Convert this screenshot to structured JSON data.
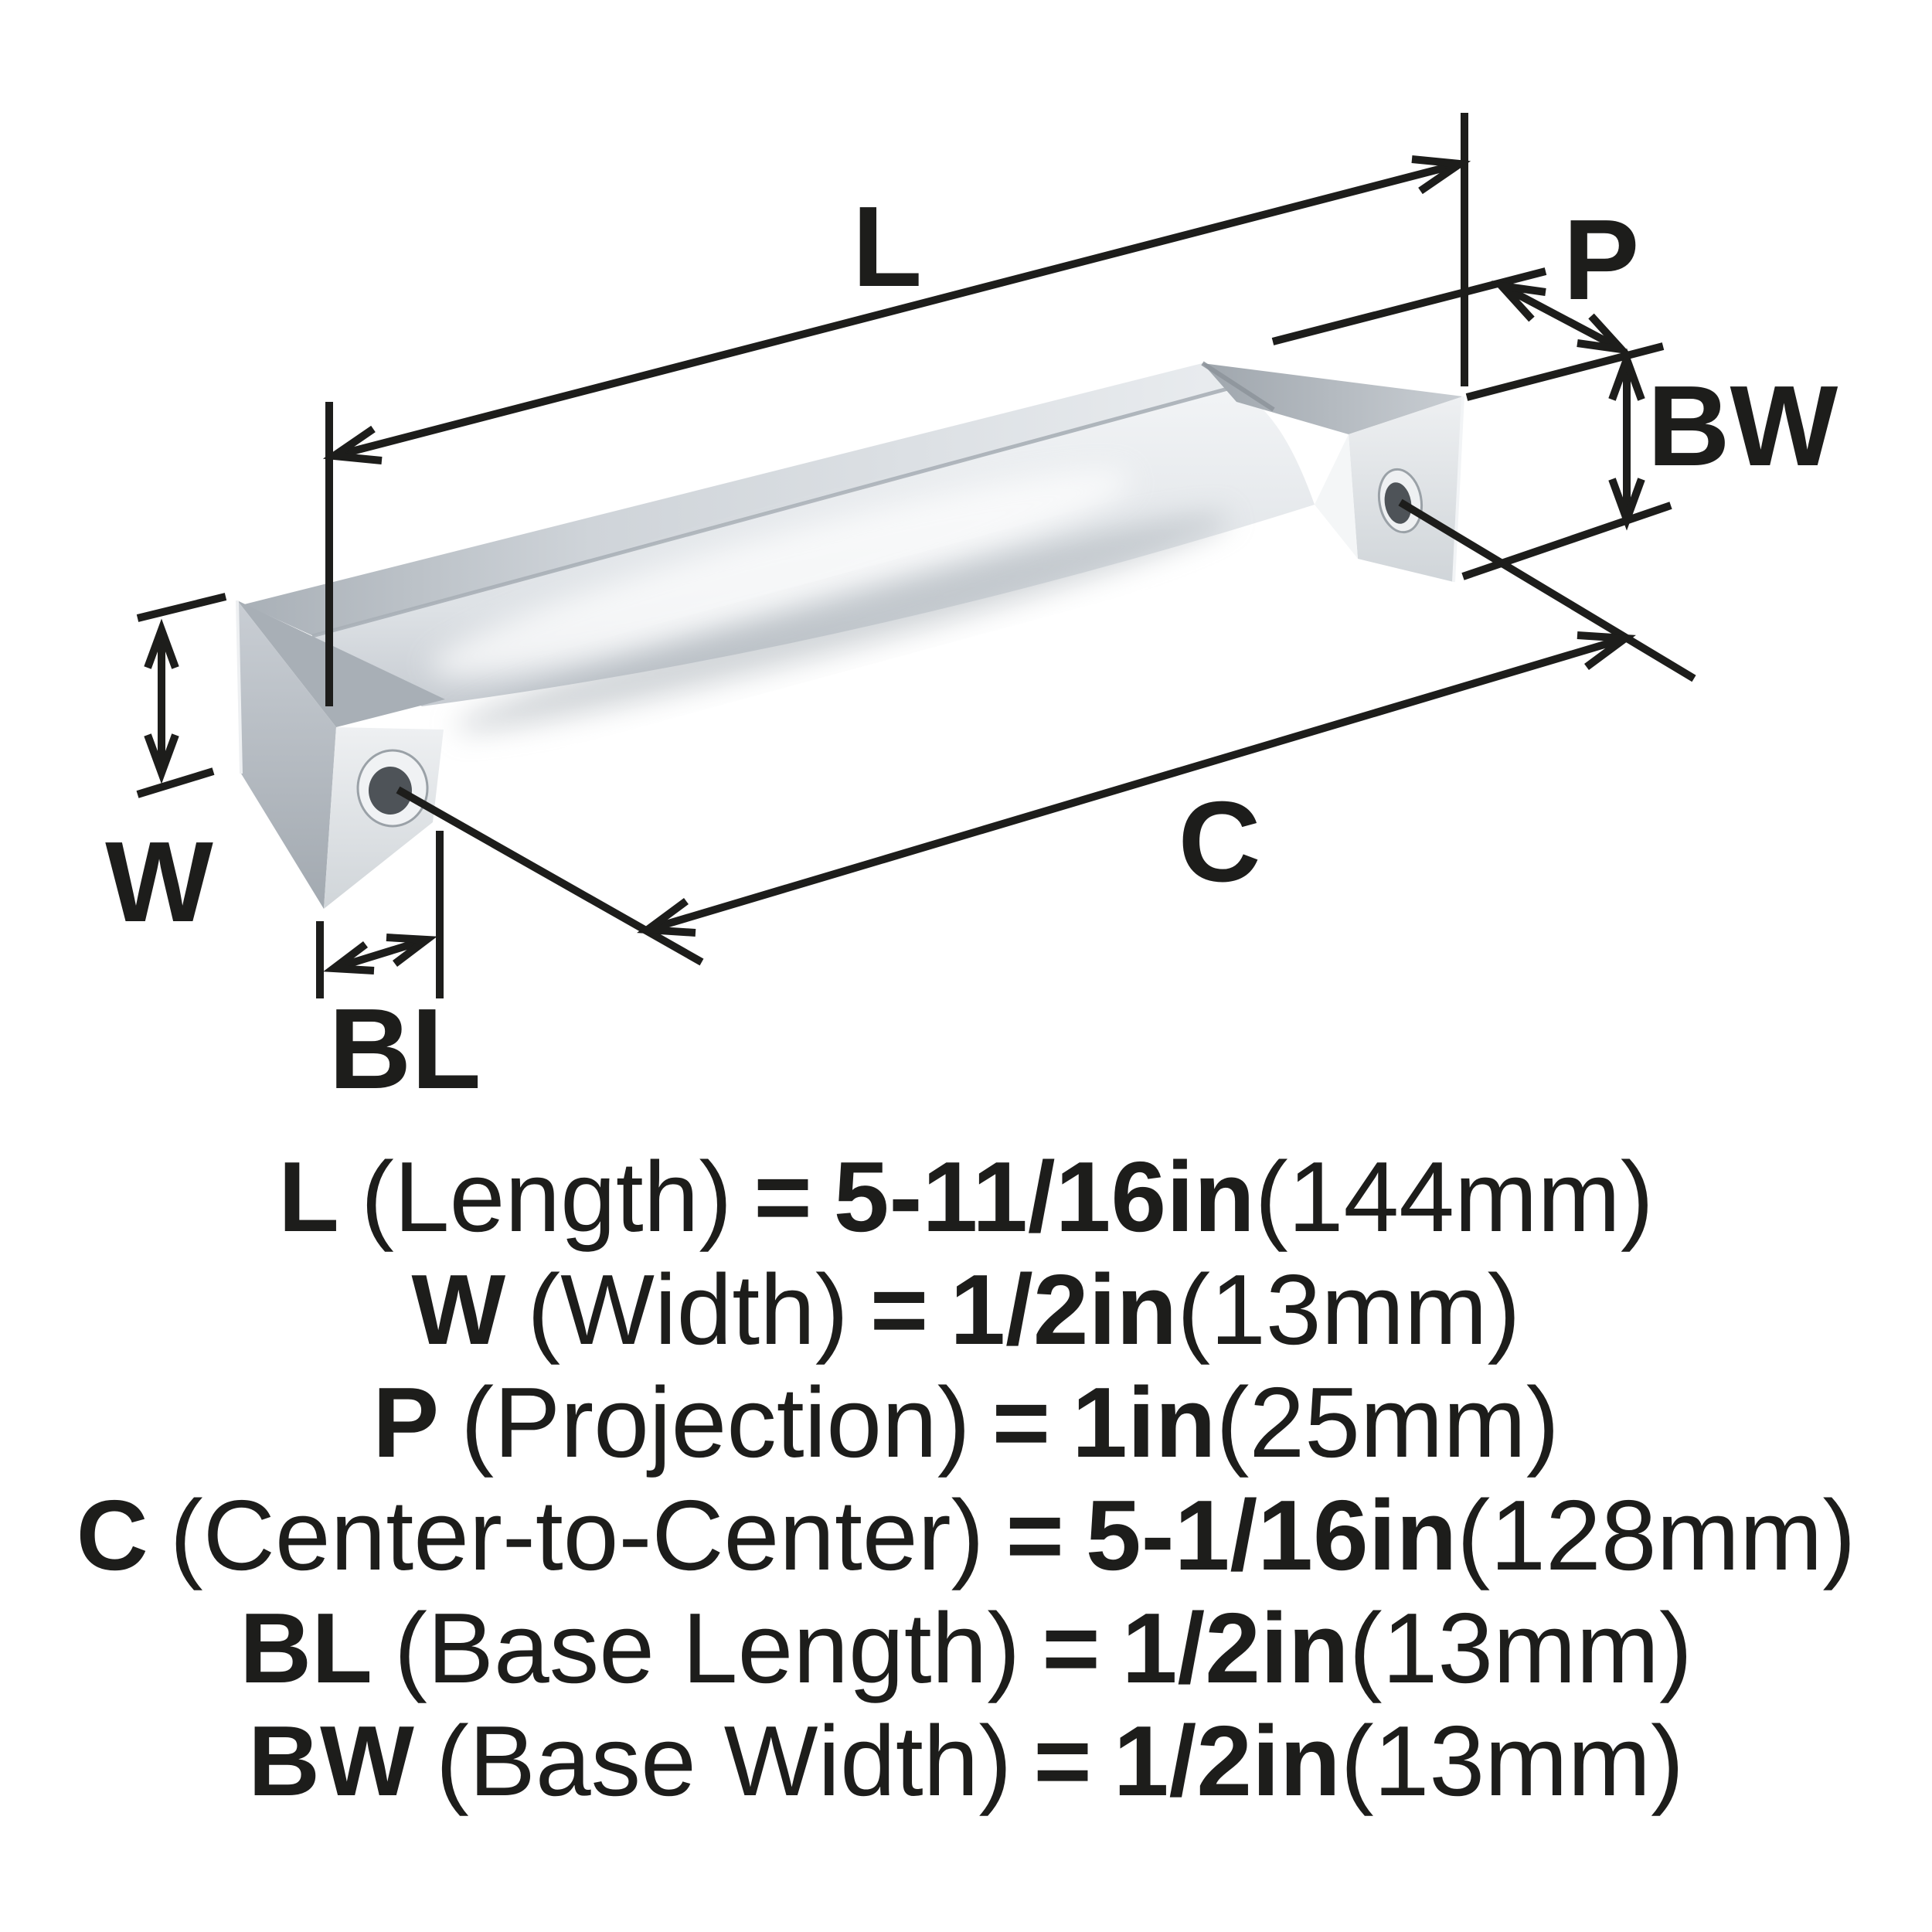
{
  "diagram": {
    "dim_labels": {
      "L": "L",
      "P": "P",
      "BW": "BW",
      "W": "W",
      "C": "C",
      "BL": "BL"
    }
  },
  "specs": [
    {
      "symbol": "L",
      "name": "(Length)",
      "eq": "=",
      "value": "5-11/16in",
      "metric": "(144mm)"
    },
    {
      "symbol": "W",
      "name": "(Width)",
      "eq": "=",
      "value": "1/2in",
      "metric": "(13mm)"
    },
    {
      "symbol": "P",
      "name": "(Projection)",
      "eq": "=",
      "value": "1in",
      "metric": "(25mm)"
    },
    {
      "symbol": "C",
      "name": "(Center-to-Center)",
      "eq": "=",
      "value": "5-1/16in",
      "metric": "(128mm)"
    },
    {
      "symbol": "BL",
      "name": "(Base Length)",
      "eq": "=",
      "value": "1/2in",
      "metric": "(13mm)"
    },
    {
      "symbol": "BW",
      "name": "(Base Width)",
      "eq": "=",
      "value": "1/2in",
      "metric": "(13mm)"
    }
  ],
  "colors": {
    "ink": "#1d1d1b",
    "metal_light": "#f2f4f6",
    "metal_mid": "#ccd1d6",
    "metal_dark": "#9aa1a8"
  }
}
